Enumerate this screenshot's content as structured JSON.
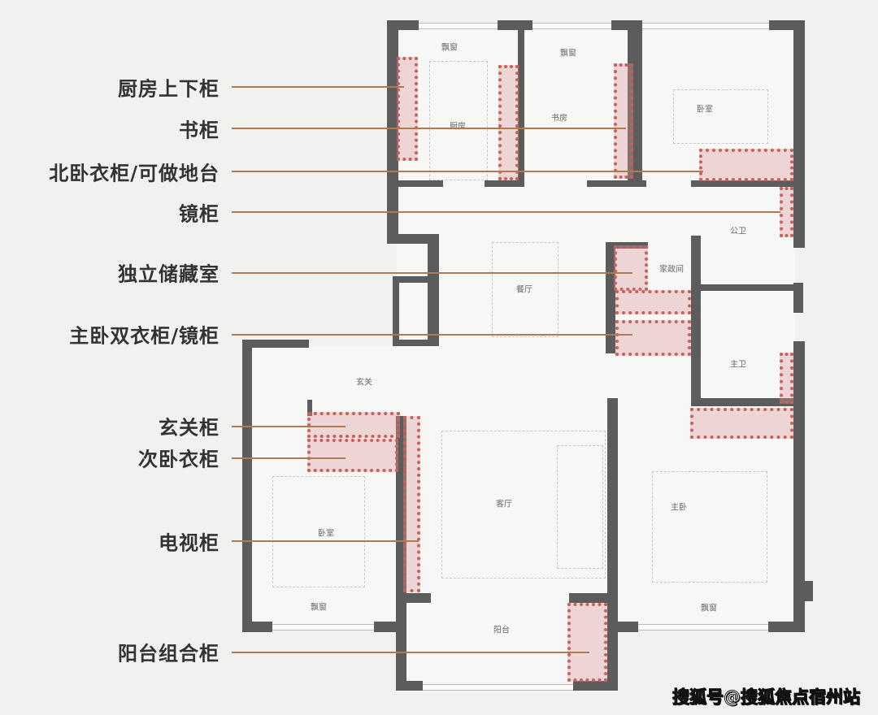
{
  "callouts": [
    {
      "label": "厨房上下柜"
    },
    {
      "label": "书柜"
    },
    {
      "label": "北卧衣柜/可做地台"
    },
    {
      "label": "镜柜"
    },
    {
      "label": "独立储藏室"
    },
    {
      "label": "主卧双衣柜/镜柜"
    },
    {
      "label": "玄关柜"
    },
    {
      "label": "次卧衣柜"
    },
    {
      "label": "电视柜"
    },
    {
      "label": "阳台组合柜"
    }
  ],
  "rooms": {
    "bay_kitchen": "飘窗",
    "bay_study": "飘窗",
    "kitchen": "厨房",
    "study": "书房",
    "north_bedroom": "卧室",
    "public_bath": "公卫",
    "utility": "家政间",
    "dining": "餐厅",
    "master_bath": "主卫",
    "foyer": "玄关",
    "living": "客厅",
    "master_bedroom": "主卧",
    "second_bedroom": "卧室",
    "bay_second": "飘窗",
    "bay_master": "飘窗",
    "balcony": "阳台"
  },
  "watermark": "搜狐号@搜狐焦点宿州站",
  "colors": {
    "wall": "#5c5c5c",
    "cabinet_border": "#c9605c",
    "leader_line": "#b07a52"
  }
}
